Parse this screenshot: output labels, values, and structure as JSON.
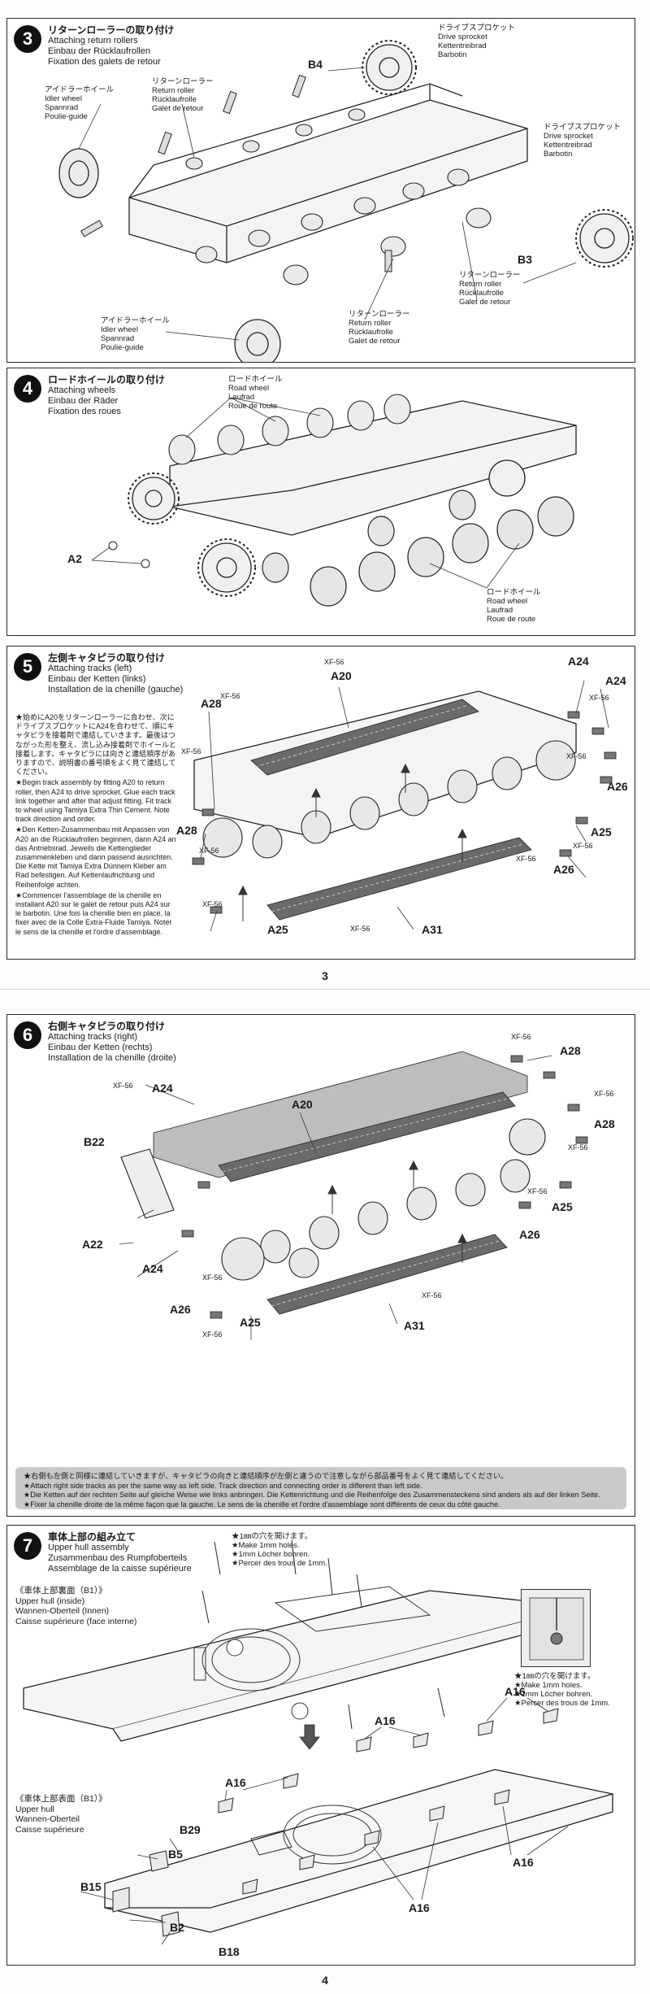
{
  "pages": [
    {
      "number": "3"
    },
    {
      "number": "4"
    }
  ],
  "step3": {
    "number": "3",
    "title_jp": "リターンローラーの取り付け",
    "title_en": "Attaching return rollers",
    "title_de": "Einbau der Rücklaufrollen",
    "title_fr": "Fixation des galets de retour",
    "drive_sprocket_top": {
      "jp": "ドライブスプロケット",
      "en": "Drive sprocket",
      "de": "Kettentreibrad",
      "fr": "Barbotin"
    },
    "drive_sprocket_right": {
      "jp": "ドライブスプロケット",
      "en": "Drive sprocket",
      "de": "Kettentreibrad",
      "fr": "Barbotin"
    },
    "idler_left": {
      "jp": "アイドラーホイール",
      "en": "Idler wheel",
      "de": "Spannrad",
      "fr": "Poulie-guide"
    },
    "idler_bottom": {
      "jp": "アイドラーホイール",
      "en": "Idler wheel",
      "de": "Spannrad",
      "fr": "Poulie-guide"
    },
    "return_roller_top": {
      "jp": "リターンローラー",
      "en": "Return roller",
      "de": "Rücklaufrolle",
      "fr": "Galet de retour"
    },
    "return_roller_right": {
      "jp": "リターンローラー",
      "en": "Return roller",
      "de": "Rücklaufrolle",
      "fr": "Galet de retour"
    },
    "return_roller_bottom": {
      "jp": "リターンローラー",
      "en": "Return roller",
      "de": "Rücklaufrolle",
      "fr": "Galet de retour"
    },
    "part_b4": "B4",
    "part_b3": "B3"
  },
  "step4": {
    "number": "4",
    "title_jp": "ロードホイールの取り付け",
    "title_en": "Attaching wheels",
    "title_de": "Einbau der Räder",
    "title_fr": "Fixation des roues",
    "road_wheel_top": {
      "jp": "ロードホイール",
      "en": "Road wheel",
      "de": "Laufrad",
      "fr": "Roue de route"
    },
    "road_wheel_bottom": {
      "jp": "ロードホイール",
      "en": "Road wheel",
      "de": "Laufrad",
      "fr": "Roue de route"
    },
    "part_a2": "A2"
  },
  "step5": {
    "number": "5",
    "title_jp": "左側キャタピラの取り付け",
    "title_en": "Attaching tracks (left)",
    "title_de": "Einbau der Ketten (links)",
    "title_fr": "Installation de la chenille (gauche)",
    "note_jp": "★始めにA20をリターンローラーに合わせ、次にドライブスプロケットにA24を合わせて、順にキャタピラを接着剤で連結していきます。最後はつながった形を整え、流し込み接着剤でホイールと接着します。キャタピラには向きと連結順序がありますので、説明書の番号順をよく見て連結してください。",
    "note_en": "★Begin track assembly by fitting A20 to return roller, then A24 to drive sprocket. Glue each track link together and after that adjust fitting. Fit track to wheel using Tamiya Extra Thin Cement. Note track direction and order.",
    "note_de": "★Den Ketten-Zusammenbau mit Anpassen von A20 an die Rücklaufrollen beginnen, dann A24 an das Antriebsrad. Jeweils die Kettenglieder zusammenkleben und dann passend ausrichten. Die Kette mit Tamiya Extra Dünnem Kleber am Rad befestigen. Auf Kettenlaufrichtung und Reihenfolge achten.",
    "note_fr": "★Commencer l'assemblage de la chenille en installant A20 sur le galet de retour puis A24 sur le barbotin. Une fois la chenille bien en place, la fixer avec de la Colle Extra-Fluide Tamiya. Noter le sens de la chenille et l'ordre d'assemblage.",
    "parts": {
      "a20": "A20",
      "a24": "A24",
      "a28": "A28",
      "a26": "A26",
      "a25": "A25",
      "a31": "A31"
    },
    "xf": "XF-56"
  },
  "step6": {
    "number": "6",
    "title_jp": "右側キャタピラの取り付け",
    "title_en": "Attaching tracks (right)",
    "title_de": "Einbau der Ketten (rechts)",
    "title_fr": "Installation de la chenille (droite)",
    "parts": {
      "a20": "A20",
      "a24": "A24",
      "a28": "A28",
      "b22": "B22",
      "a22": "A22",
      "a26": "A26",
      "a25": "A25",
      "a31": "A31"
    },
    "xf": "XF-56",
    "note_jp": "★右側も左側と同様に連結していきますが、キャタピラの向きと連結順序が左側と違うので注意しながら部品番号をよく見て連結してください。",
    "note_en": "★Attach right side tracks as per the same way as left side. Track direction and connecting order is different than left side.",
    "note_de": "★Die Ketten auf der rechten Seite auf gleiche Weise wie links anbringen. Die Kettenrichtung und die Reihenfolge des Zusammensteckens sind anders als auf der linken Seite.",
    "note_fr": "★Fixer la chenille droite de la même façon que la gauche. Le sens de la chenille et l'ordre d'assemblage sont différents de ceux du côté gauche."
  },
  "step7": {
    "number": "7",
    "title_jp": "車体上部の組み立て",
    "title_en": "Upper hull assembly",
    "title_de": "Zusammenbau des Rumpfoberteils",
    "title_fr": "Assemblage de la caisse supérieure",
    "holes_top": {
      "jp": "★1㎜の穴を開けます。",
      "en": "★Make 1mm holes.",
      "de": "★1mm Löcher bohren.",
      "fr": "★Percer des trous de 1mm."
    },
    "holes_right": {
      "jp": "★1㎜の穴を開けます。",
      "en": "★Make 1mm holes.",
      "de": "★1mm Löcher bohren.",
      "fr": "★Percer des trous de 1mm."
    },
    "inner_label": {
      "jp": "《車体上部裏面（B1）》",
      "en": "Upper hull (inside)",
      "de": "Wannen-Oberteil (Innen)",
      "fr": "Caisse supérieure (face interne)"
    },
    "outer_label": {
      "jp": "《車体上部表面（B1）》",
      "en": "Upper hull",
      "de": "Wannen-Oberteil",
      "fr": "Caisse supérieure"
    },
    "parts": {
      "a16": "A16",
      "b29": "B29",
      "b5": "B5",
      "b15": "B15",
      "b2": "B2",
      "b18": "B18"
    }
  }
}
